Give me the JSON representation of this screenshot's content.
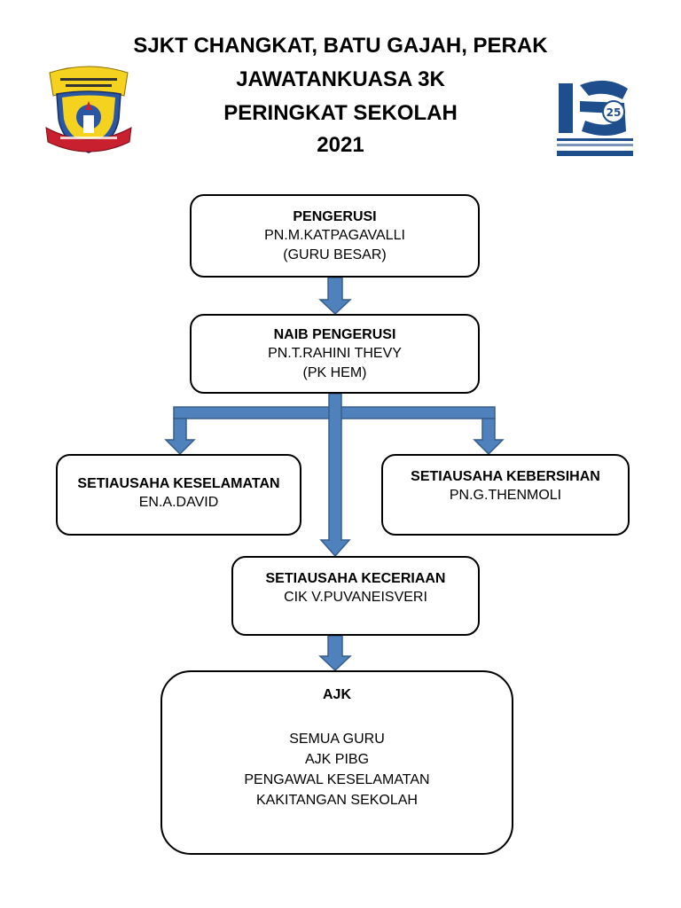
{
  "header": {
    "line1": "SJKT CHANGKAT, BATU GAJAH, PERAK",
    "line2": "JAWATANKUASA 3K",
    "line3": "PERINGKAT SEKOLAH",
    "line4": "2021"
  },
  "logos": {
    "school_crest": "school-crest-icon",
    "program_logo": "program-25-logo-icon"
  },
  "nodes": {
    "chair": {
      "role": "PENGERUSI",
      "name": "PN.M.KATPAGAVALLI",
      "note": "(GURU BESAR)"
    },
    "vice": {
      "role": "NAIB PENGERUSI",
      "name": "PN.T.RAHINI THEVY",
      "note": "(PK HEM)"
    },
    "safety": {
      "role": "SETIAUSAHA KESELAMATAN",
      "name": "EN.A.DAVID"
    },
    "cleanliness": {
      "role": "SETIAUSAHA KEBERSIHAN",
      "name": "PN.G.THENMOLI"
    },
    "cheer": {
      "role": "SETIAUSAHA KECERIAAN",
      "name": "CIK V.PUVANEISVERI"
    },
    "ajk": {
      "role": "AJK",
      "members": [
        "SEMUA GURU",
        "AJK PIBG",
        "PENGAWAL KESELAMATAN",
        "KAKITANGAN SEKOLAH"
      ]
    }
  },
  "colors": {
    "arrow_fill": "#4f81bd",
    "arrow_stroke": "#385d8a",
    "crest_yellow": "#f5d21f",
    "crest_red": "#c8202f",
    "crest_blue": "#2957a4",
    "logo_blue": "#1f4e8c"
  }
}
